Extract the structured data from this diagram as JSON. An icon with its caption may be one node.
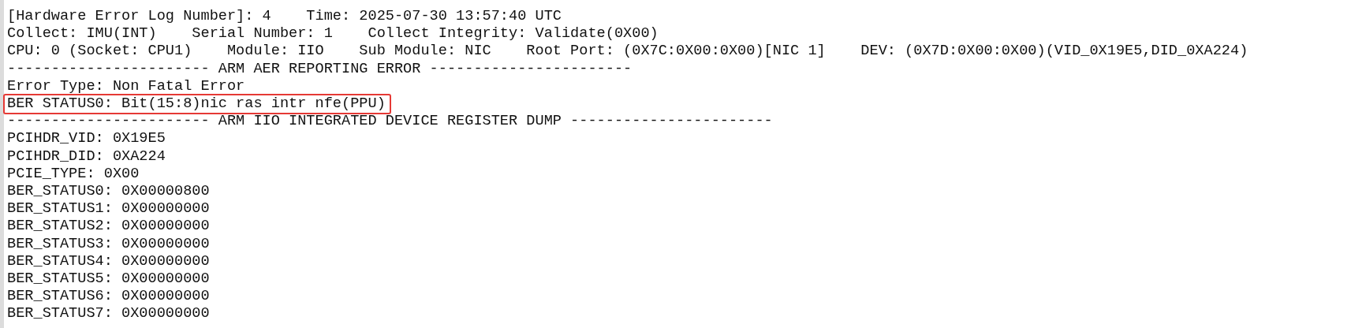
{
  "diagram": {
    "nodes": [
      {
        "text": [
          "BER STATUS0: Bit(15:8)nic ras intr nfe(PPU)"
        ]
      }
    ],
    "labels": [
      "[Hardware Error Log Number]: 4    Time: 2025-07-30 13:57:40 UTC",
      "Collect: IMU(INT)    Serial Number: 1    Collect Integrity: Validate(0X00)",
      "CPU: 0 (Socket: CPU1)    Module: IIO    Sub Module: NIC    Root Port: (0X7C:0X00:0X00)[NIC 1]    DEV: (0X7D:0X00:0X00)(VID_0X19E5,DID_0XA224)",
      "----------------------- ARM AER REPORTING ERROR -----------------------",
      "Error Type: Non Fatal Error",
      "----------------------- ARM IIO INTEGRATED DEVICE REGISTER DUMP -----------------------",
      "PCIHDR_VID: 0X19E5",
      "PCIHDR_DID: 0XA224",
      "PCIE_TYPE: 0X00",
      "BER_STATUS0: 0X00000800",
      "BER_STATUS1: 0X00000000",
      "BER_STATUS2: 0X00000000",
      "BER_STATUS3: 0X00000000",
      "BER_STATUS4: 0X00000000",
      "BER_STATUS5: 0X00000000",
      "BER_STATUS6: 0X00000000",
      "BER_STATUS7: 0X00000000"
    ]
  }
}
